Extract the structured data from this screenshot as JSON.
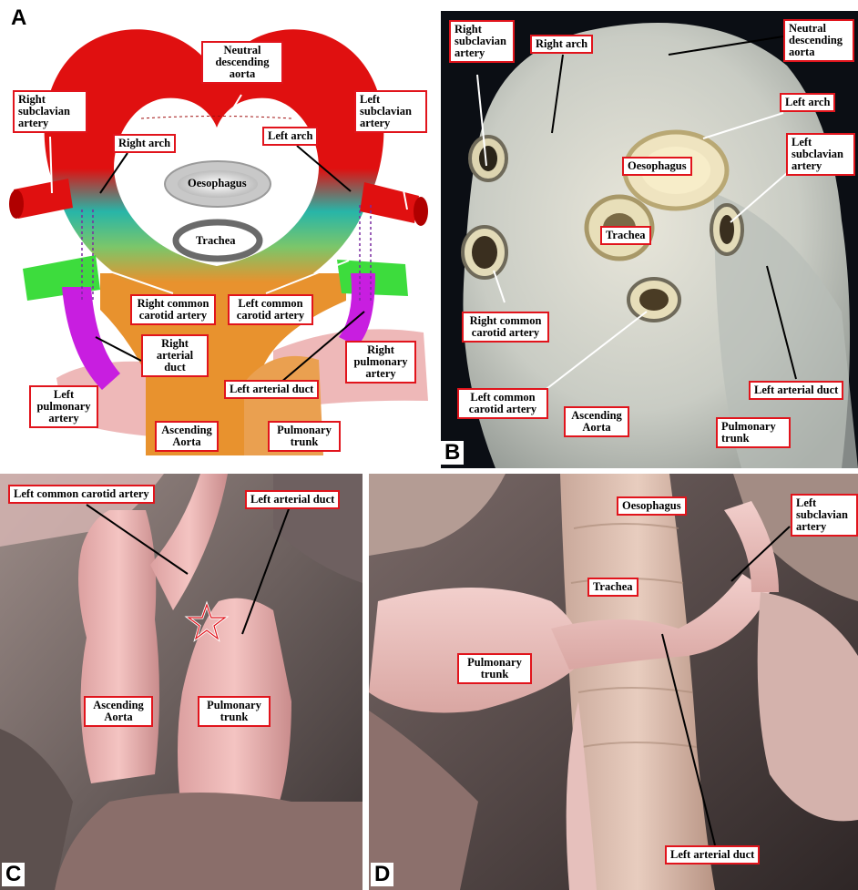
{
  "panels": {
    "a": {
      "letter": "A",
      "labels": {
        "neutral_descending_aorta": "Neutral descending aorta",
        "right_subclavian_artery": "Right subclavian artery",
        "left_subclavian_artery": "Left subclavian artery",
        "right_arch": "Right arch",
        "left_arch": "Left arch",
        "oesophagus": "Oesophagus",
        "trachea": "Trachea",
        "right_common_carotid_artery": "Right common carotid artery",
        "left_common_carotid_artery": "Left common carotid artery",
        "right_arterial_duct": "Right arterial duct",
        "right_pulmonary_artery": "Right pulmonary artery",
        "left_pulmonary_artery": "Left pulmonary artery",
        "left_arterial_duct": "Left arterial duct",
        "ascending_aorta": "Ascending Aorta",
        "pulmonary_trunk": "Pulmonary trunk"
      }
    },
    "b": {
      "letter": "B",
      "labels": {
        "right_subclavian_artery": "Right subclavian artery",
        "right_arch": "Right arch",
        "neutral_descending_aorta": "Neutral descending aorta",
        "left_arch": "Left arch",
        "oesophagus": "Oesophagus",
        "left_subclavian_artery": "Left subclavian artery",
        "trachea": "Trachea",
        "right_common_carotid_artery": "Right common carotid artery",
        "left_common_carotid_artery": "Left common carotid artery",
        "ascending_aorta": "Ascending Aorta",
        "left_arterial_duct": "Left arterial duct",
        "pulmonary_trunk": "Pulmonary trunk"
      }
    },
    "c": {
      "letter": "C",
      "labels": {
        "left_common_carotid_artery": "Left common carotid artery",
        "left_arterial_duct": "Left arterial duct",
        "ascending_aorta": "Ascending Aorta",
        "pulmonary_trunk": "Pulmonary trunk"
      }
    },
    "d": {
      "letter": "D",
      "labels": {
        "oesophagus": "Oesophagus",
        "left_subclavian_artery": "Left subclavian artery",
        "trachea": "Trachea",
        "pulmonary_trunk": "Pulmonary trunk",
        "left_arterial_duct": "Left arterial duct"
      }
    }
  },
  "colors": {
    "label_border": "#e1141c",
    "aorta_red": "#e01010",
    "ascending_orange": "#e8922e",
    "carotid_green": "#3ddc3d",
    "duct_magenta": "#c81ee0",
    "pulmonary_pink": "#e8a0a0"
  }
}
